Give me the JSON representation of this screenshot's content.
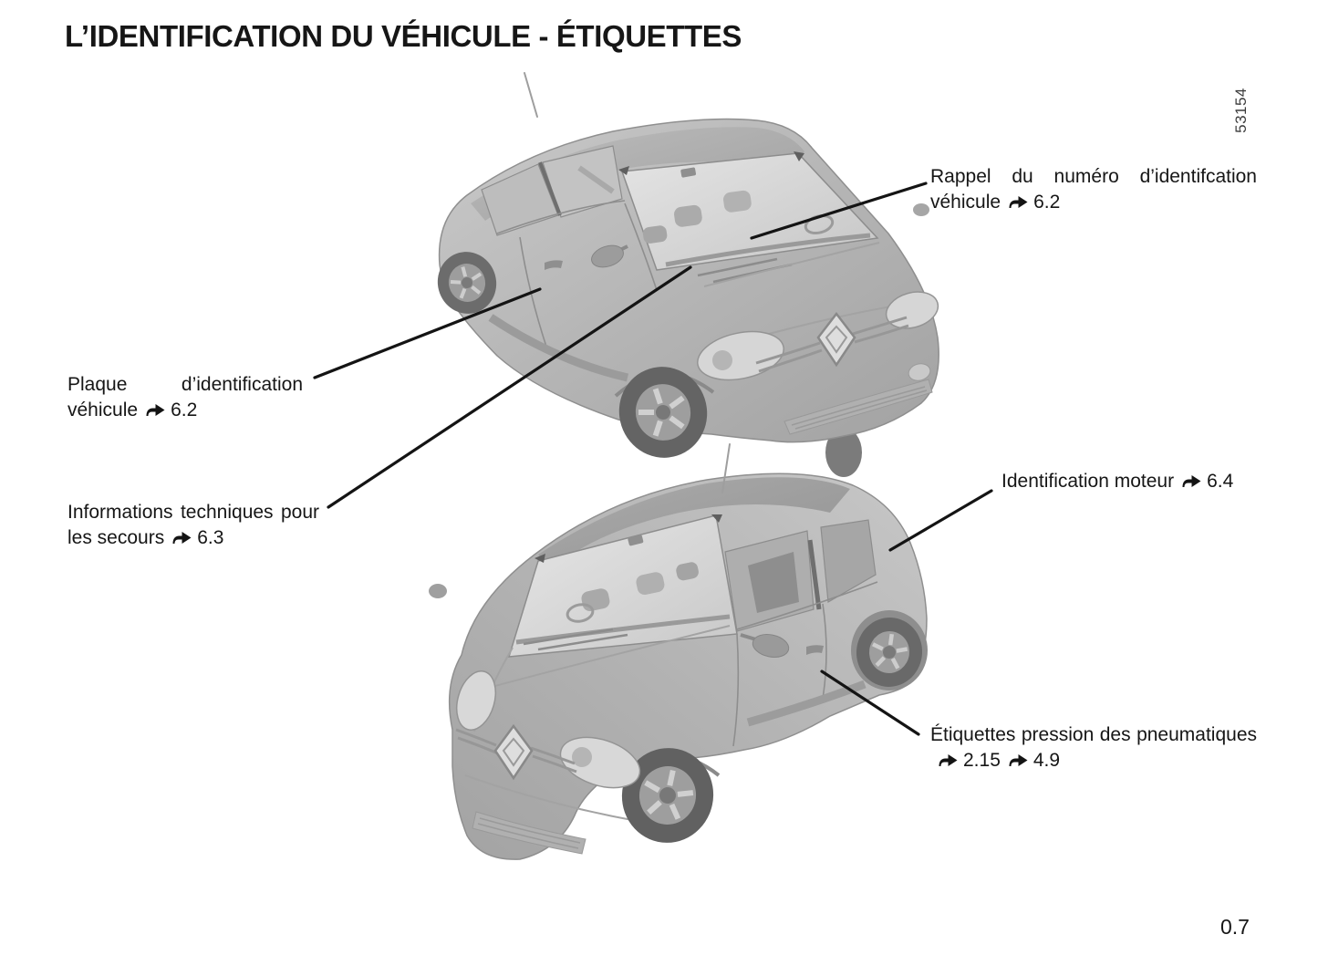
{
  "page": {
    "title": "L’IDENTIFICATION DU VÉHICULE - ÉTIQUETTES",
    "page_number": "0.7",
    "figure_id": "53154"
  },
  "callouts": {
    "vin_reminder": {
      "text": "Rappel du numéro d’identifcation véhicule",
      "refs": [
        "6.2"
      ]
    },
    "id_plate": {
      "text": "Plaque d’identification véhicule",
      "refs": [
        "6.2"
      ]
    },
    "rescue_info": {
      "text": "Informations techniques pour les secours",
      "refs": [
        "6.3"
      ]
    },
    "engine_id": {
      "text": "Identification moteur",
      "refs": [
        "6.4"
      ]
    },
    "tyre_pressure": {
      "text": "Étiquettes pression des pneuma­tiques",
      "refs": [
        "2.15",
        "4.9"
      ]
    }
  }
}
